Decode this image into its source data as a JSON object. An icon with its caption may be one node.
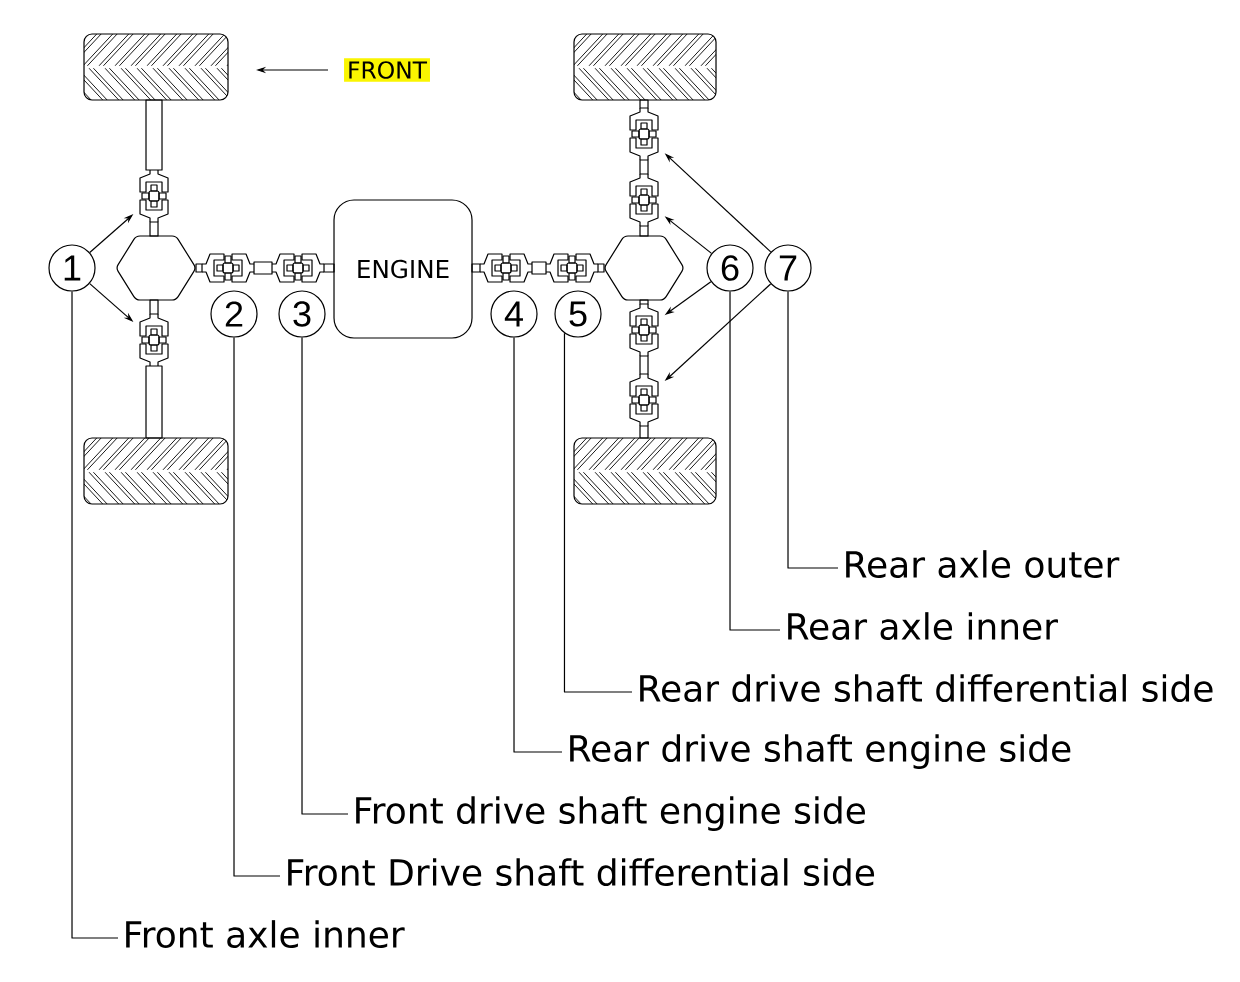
{
  "diagram": {
    "nodes": [
      {
        "text": [
          "1"
        ]
      },
      {
        "text": [
          "2"
        ]
      },
      {
        "text": [
          "3"
        ]
      },
      {
        "text": [
          "ENGINE"
        ]
      },
      {
        "text": [
          "4"
        ]
      },
      {
        "text": [
          "5"
        ]
      },
      {
        "text": [
          "6"
        ]
      },
      {
        "text": [
          "7"
        ]
      },
      {
        "text": [],
        "shape": "picture"
      },
      {
        "text": [],
        "shape": "picture"
      },
      {
        "text": [],
        "shape": "picture"
      },
      {
        "text": [],
        "shape": "picture"
      },
      {
        "text": [],
        "shape": "picture"
      },
      {
        "text": [],
        "shape": "picture"
      },
      {
        "text": [
          "Rear axle outer"
        ]
      },
      {
        "text": [
          "Rear axle inner"
        ]
      },
      {
        "text": [
          "Rear drive shaft differential side"
        ]
      },
      {
        "text": [
          "Rear drive shaft engine side"
        ]
      },
      {
        "text": [
          "Front drive shaft engine side"
        ]
      },
      {
        "text": [
          "Front Drive shaft differential side"
        ]
      },
      {
        "text": [
          "Front axle inner"
        ]
      }
    ],
    "edges": [
      {
        "from": 0,
        "to": 8,
        "arrow": "to"
      },
      {
        "from": 0,
        "to": 9,
        "arrow": "to"
      },
      {
        "from": 6,
        "to": 11,
        "arrow": "to"
      },
      {
        "from": 6,
        "to": 12,
        "arrow": "to"
      },
      {
        "from": 7,
        "to": 10,
        "arrow": "to"
      },
      {
        "from": 7,
        "to": 13,
        "arrow": "to"
      },
      {
        "from": 0,
        "to": 20,
        "arrow": "none"
      },
      {
        "from": 1,
        "to": 19,
        "arrow": "none"
      },
      {
        "from": 2,
        "to": 18,
        "arrow": "none"
      },
      {
        "from": 4,
        "to": 17,
        "arrow": "none"
      },
      {
        "from": 5,
        "to": 16,
        "arrow": "none"
      },
      {
        "from": 6,
        "to": 15,
        "arrow": "none"
      },
      {
        "from": 7,
        "to": 14,
        "arrow": "none"
      }
    ],
    "labels": [
      "FRONT"
    ]
  }
}
